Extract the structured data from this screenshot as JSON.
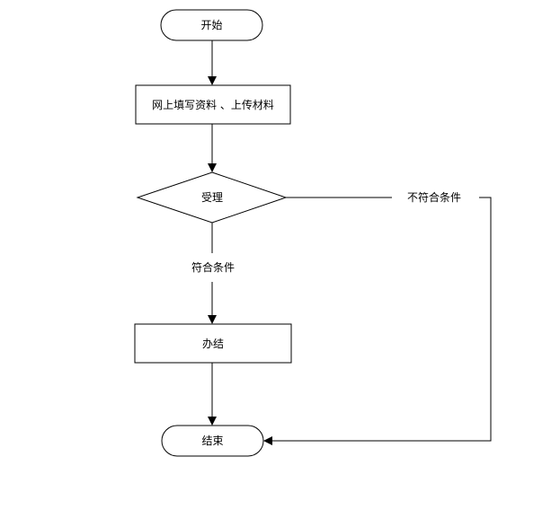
{
  "nodes": {
    "start": {
      "label": "开始"
    },
    "submit": {
      "label": "网上填写资料 、上传材料"
    },
    "accept": {
      "label": "受理"
    },
    "process": {
      "label": "办结"
    },
    "end": {
      "label": "结束"
    }
  },
  "edges": {
    "meets_condition": {
      "label": "符合条件"
    },
    "not_meet_condition": {
      "label": "不符合条件"
    }
  },
  "colors": {
    "stroke": "#000000",
    "background": "#ffffff"
  }
}
